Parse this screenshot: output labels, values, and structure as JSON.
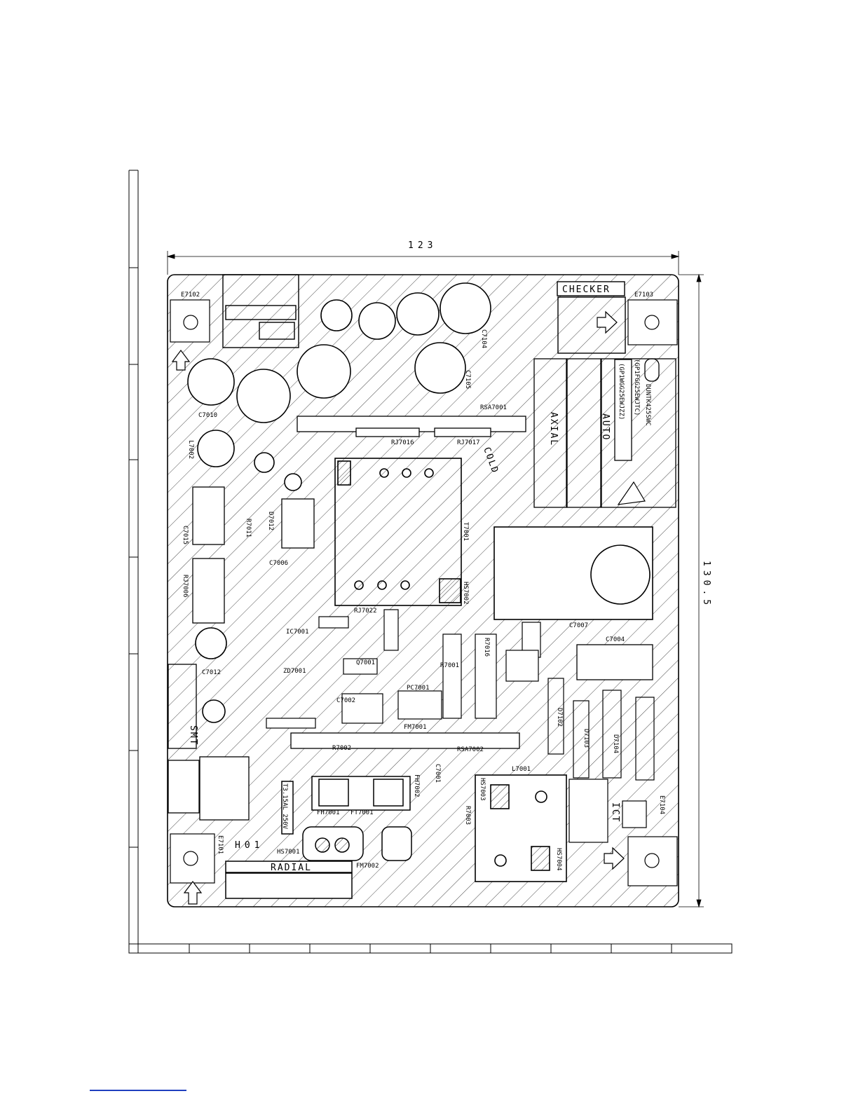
{
  "dimensions": {
    "width": "123",
    "height": "130.5"
  },
  "board_labels": {
    "checker": "CHECKER",
    "axial": "AXIAL",
    "auto": "AUTO",
    "radial": "RADIAL",
    "smt": "SMT",
    "board_id": "H01",
    "cold": "COLD",
    "ict": "ICT",
    "fuse_rating": "T3.15AL 250V"
  },
  "part_number_lines": [
    "DUNTK425SWC",
    "(GP1FGG25EWJTC)",
    "(GP1WGG25EWJZZ)"
  ],
  "components": {
    "e7102": "E7102",
    "e7103": "E7103",
    "e7104": "E7104",
    "e7101": "E7101",
    "c7010": "C7010",
    "c7015": "C7015",
    "c7012": "C7012",
    "c7004": "C7004",
    "c7007": "C7007",
    "c7006": "C7006",
    "c7104": "C7104",
    "c7105": "C7105",
    "c7001": "C7001",
    "c7002": "C7002",
    "rj7006": "RJ7006",
    "rj7016": "RJ7016",
    "rj7017": "RJ7017",
    "rj7022": "RJ7022",
    "rsa7001": "RSA7001",
    "rsa7002": "RSA7002",
    "r7001": "R7001",
    "r7002": "R7002",
    "r7003": "R7003",
    "r7016": "R7016",
    "r7011": "R7011",
    "t7001": "T7001",
    "l7001": "L7001",
    "l7002": "L7002",
    "d7012": "D7012",
    "d7102": "D7102",
    "d7103": "D7103",
    "d7104": "D7104",
    "hs7001": "HS7001",
    "hs7002": "HS7002",
    "hs7003": "HS7003",
    "hs7004": "HS7004",
    "ft7001": "FT7001",
    "fh7001": "FH7001",
    "fh7002": "FH7002",
    "fm7001": "FM7001",
    "fm7002": "FM7002",
    "ic7001": "IC7001",
    "q7001": "Q7001",
    "zd7001": "ZD7001",
    "pc7001": "PC7001"
  }
}
